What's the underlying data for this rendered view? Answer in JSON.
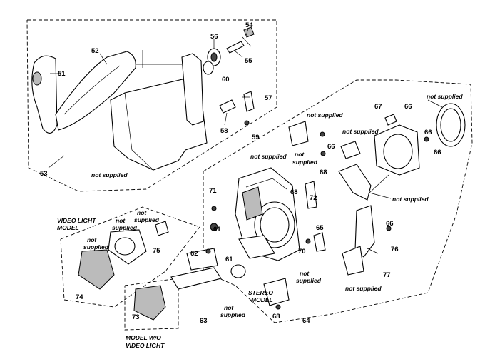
{
  "diagram": {
    "part_labels": [
      {
        "id": "p51",
        "text": "51"
      },
      {
        "id": "p52",
        "text": "52"
      },
      {
        "id": "p53",
        "text": "53"
      },
      {
        "id": "p54",
        "text": "54"
      },
      {
        "id": "p55",
        "text": "55"
      },
      {
        "id": "p56",
        "text": "56"
      },
      {
        "id": "p57",
        "text": "57"
      },
      {
        "id": "p58",
        "text": "58"
      },
      {
        "id": "p59",
        "text": "59"
      },
      {
        "id": "p60",
        "text": "60"
      },
      {
        "id": "p61a",
        "text": "61"
      },
      {
        "id": "p61b",
        "text": "61"
      },
      {
        "id": "p62",
        "text": "62"
      },
      {
        "id": "p63",
        "text": "63"
      },
      {
        "id": "p64",
        "text": "64"
      },
      {
        "id": "p65",
        "text": "65"
      },
      {
        "id": "p66a",
        "text": "66"
      },
      {
        "id": "p66b",
        "text": "66"
      },
      {
        "id": "p66c",
        "text": "66"
      },
      {
        "id": "p66d",
        "text": "66"
      },
      {
        "id": "p66e",
        "text": "66"
      },
      {
        "id": "p67",
        "text": "67"
      },
      {
        "id": "p68a",
        "text": "68"
      },
      {
        "id": "p68b",
        "text": "68"
      },
      {
        "id": "p68c",
        "text": "68"
      },
      {
        "id": "p70",
        "text": "70"
      },
      {
        "id": "p71",
        "text": "71"
      },
      {
        "id": "p72",
        "text": "72"
      },
      {
        "id": "p73",
        "text": "73"
      },
      {
        "id": "p74",
        "text": "74"
      },
      {
        "id": "p75",
        "text": "75"
      },
      {
        "id": "p76",
        "text": "76"
      },
      {
        "id": "p77",
        "text": "77"
      }
    ],
    "not_supplied": "not supplied",
    "ns_line1": "not",
    "ns_line2": "supplied",
    "captions": {
      "video_light_1": "VIDEO LIGHT",
      "video_light_2": "MODEL",
      "stereo_1": "STEREO",
      "stereo_2": "MODEL",
      "wo_light_1": "MODEL W/O",
      "wo_light_2": "VIDEO LIGHT"
    }
  }
}
